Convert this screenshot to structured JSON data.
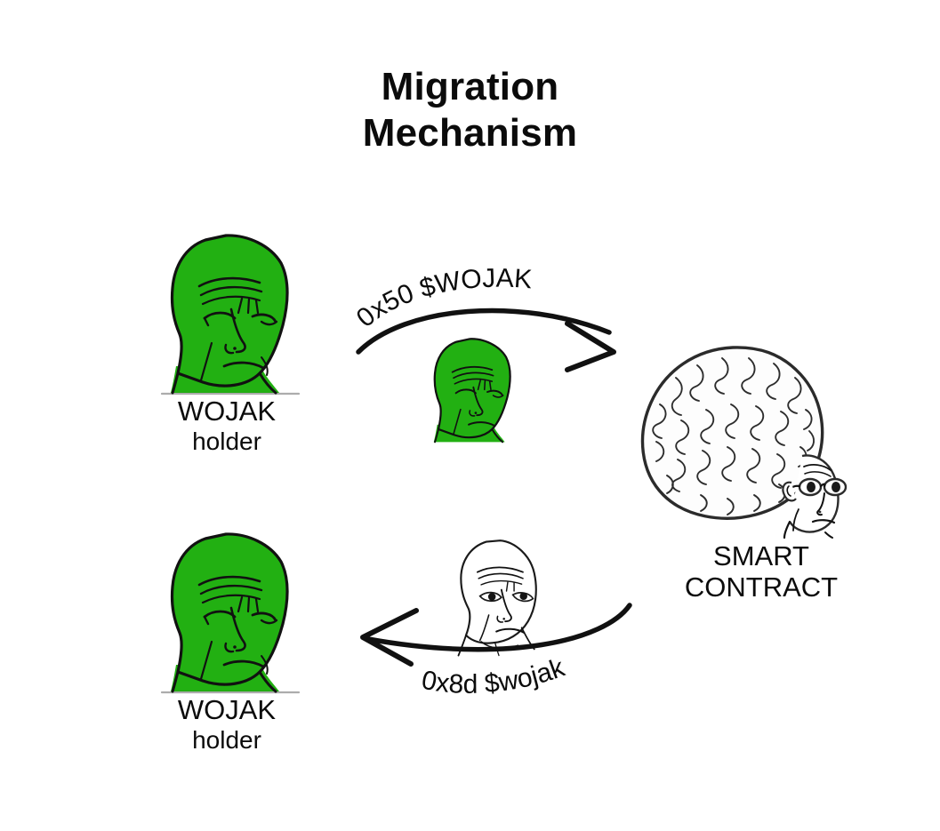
{
  "title": {
    "line1": "Migration",
    "line2": "Mechanism"
  },
  "colors": {
    "wojak_green": "#22b012",
    "ink": "#111111",
    "background": "#ffffff",
    "text": "#0b0b0b"
  },
  "nodes": [
    {
      "id": "wojak-holder-top",
      "label_line1": "WOJAK",
      "label_line2": "holder",
      "icon": "green-wojak-face"
    },
    {
      "id": "wojak-holder-bottom",
      "label_line1": "WOJAK",
      "label_line2": "holder",
      "icon": "green-wojak-face"
    },
    {
      "id": "smart-contract",
      "label_line1": "SMART",
      "label_line2": "CONTRACT",
      "icon": "big-brain-wojak-face"
    }
  ],
  "flows": [
    {
      "id": "deposit-flow",
      "label": "0x50 $WOJAK",
      "direction": "left-to-right",
      "token_icon": "green-wojak-face"
    },
    {
      "id": "return-flow",
      "label": "0x8d $wojak",
      "direction": "right-to-left",
      "token_icon": "white-wojak-face"
    }
  ]
}
